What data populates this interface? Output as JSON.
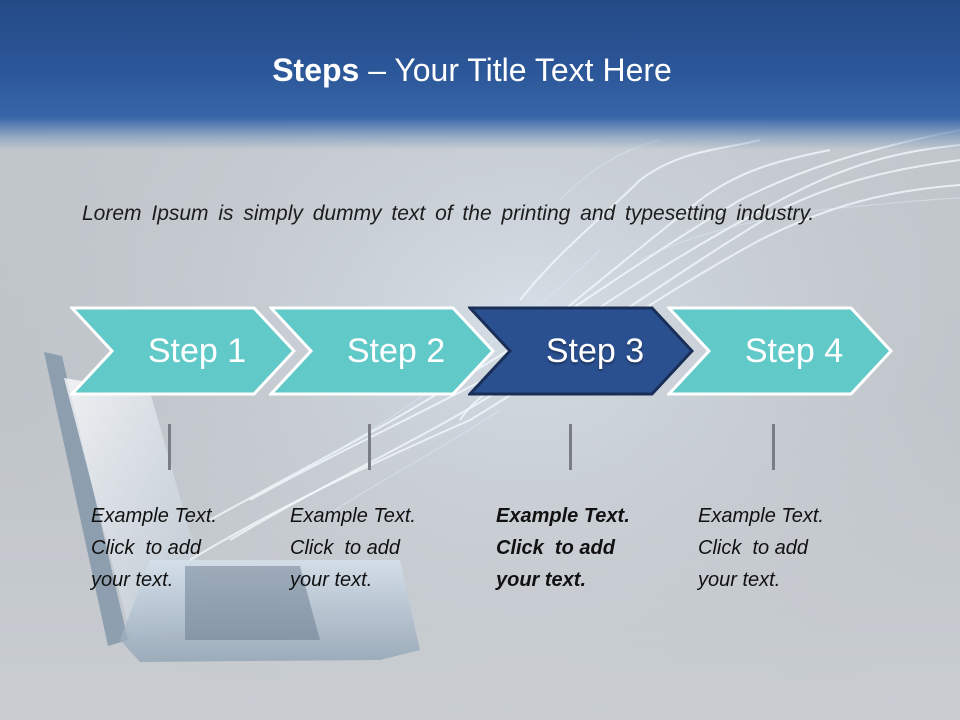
{
  "title": {
    "bold": "Steps",
    "rest": " – Your Title Text Here"
  },
  "intro": "Lorem Ipsum is simply dummy text of the printing and typesetting industry.",
  "colors": {
    "header": "#2b5698",
    "step_default": "#62c9c9",
    "step_active": "#2b5090",
    "step_border": "#ffffff"
  },
  "steps": [
    {
      "label": "Step 1",
      "active": false,
      "note": {
        "line1": "Example Text.",
        "line2": "Click  to add",
        "line3": "your text."
      }
    },
    {
      "label": "Step 2",
      "active": false,
      "note": {
        "line1": "Example Text.",
        "line2": "Click  to add",
        "line3": "your text."
      }
    },
    {
      "label": "Step 3",
      "active": true,
      "note": {
        "line1": "Example Text.",
        "line2": "Click  to add",
        "line3": "your text."
      }
    },
    {
      "label": "Step 4",
      "active": false,
      "note": {
        "line1": "Example Text.",
        "line2": "Click  to add",
        "line3": "your text."
      }
    }
  ]
}
